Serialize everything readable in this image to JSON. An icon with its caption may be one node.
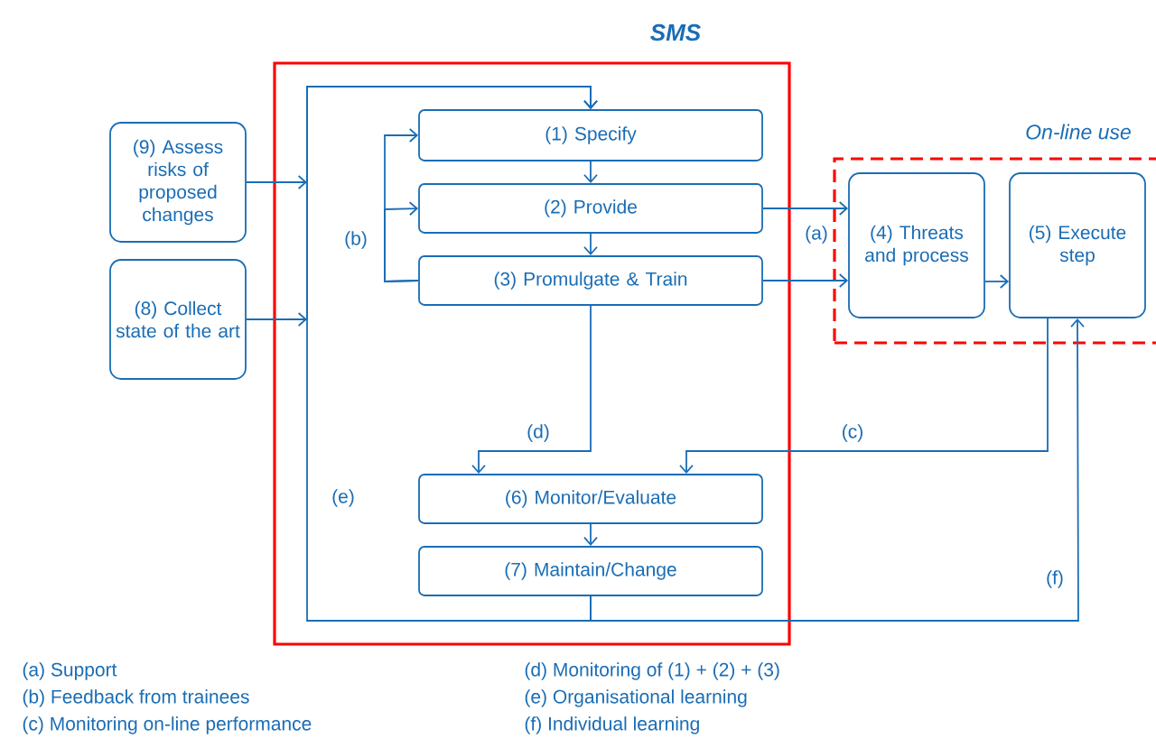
{
  "diagram": {
    "nodes": [
      {
        "text": [
          "SMS"
        ]
      },
      {
        "text": [
          "On-line use"
        ]
      },
      {
        "text": [
          "(9) Assess risks of proposed changes"
        ]
      },
      {
        "text": [
          "(8) Collect state of the art"
        ]
      },
      {
        "text": [
          "(1) Specify"
        ],
        "in": 0
      },
      {
        "text": [
          "(2) Provide"
        ],
        "in": 0
      },
      {
        "text": [
          "(3) Promulgate & Train"
        ],
        "in": 0
      },
      {
        "text": [
          "(6) Monitor/Evaluate"
        ],
        "in": 0
      },
      {
        "text": [
          "(7) Maintain/Change"
        ],
        "in": 0
      },
      {
        "text": [
          "(4) Threats and process"
        ],
        "in": 1
      },
      {
        "text": [
          "(5) Execute step"
        ],
        "in": 1
      }
    ],
    "edges": [
      {
        "from": 2,
        "to": 4,
        "arrow": "to"
      },
      {
        "from": 3,
        "to": 4,
        "arrow": "to"
      },
      {
        "from": 8,
        "to": 4,
        "arrow": "to",
        "label": "(e)"
      },
      {
        "from": 8,
        "to": 10,
        "arrow": "to",
        "label": "(f)"
      },
      {
        "from": 4,
        "to": 5,
        "arrow": "to"
      },
      {
        "from": 5,
        "to": 6,
        "arrow": "to"
      },
      {
        "from": 6,
        "to": 4,
        "arrow": "to",
        "label": "(b)"
      },
      {
        "from": 6,
        "to": 5,
        "arrow": "to"
      },
      {
        "from": 5,
        "to": 9,
        "arrow": "to",
        "label": "(a)"
      },
      {
        "from": 6,
        "to": 9,
        "arrow": "to"
      },
      {
        "from": 6,
        "to": 7,
        "arrow": "to",
        "label": "(d)"
      },
      {
        "from": 10,
        "to": 7,
        "arrow": "to",
        "label": "(c)"
      },
      {
        "from": 9,
        "to": 10,
        "arrow": "to"
      },
      {
        "from": 7,
        "to": 8,
        "arrow": "to"
      }
    ],
    "labels": [
      "(a) Support",
      "(d) Monitoring of (1) + (2) + (3)",
      "(b) Feedback from trainees",
      "(e) Organisational learning",
      "(c) Monitoring on-line performance",
      "(f) Individual learning"
    ]
  }
}
